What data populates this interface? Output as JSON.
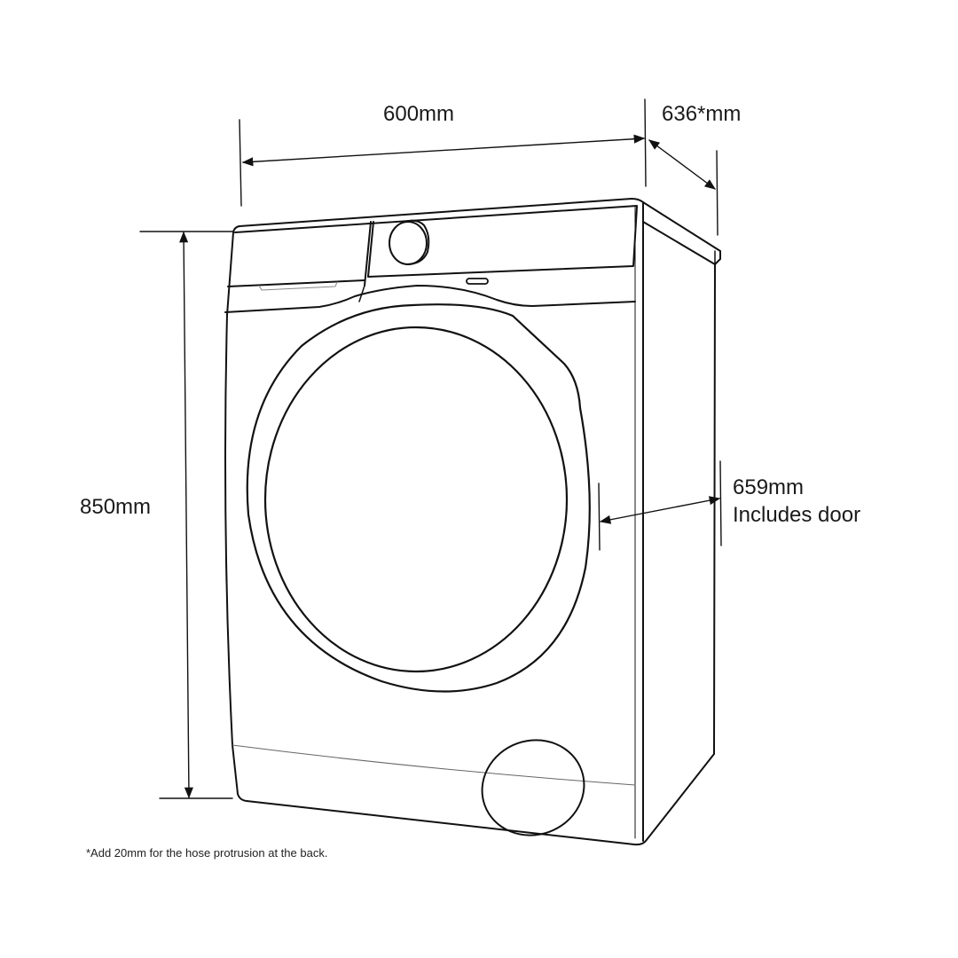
{
  "dimensions": {
    "width": "600mm",
    "depth": "636*mm",
    "height": "850mm",
    "depth_with_door": "659mm",
    "depth_with_door_note": "Includes door"
  },
  "footnote": "*Add 20mm for the hose protrusion at the back.",
  "colors": {
    "line": "#111111",
    "background": "#ffffff"
  }
}
